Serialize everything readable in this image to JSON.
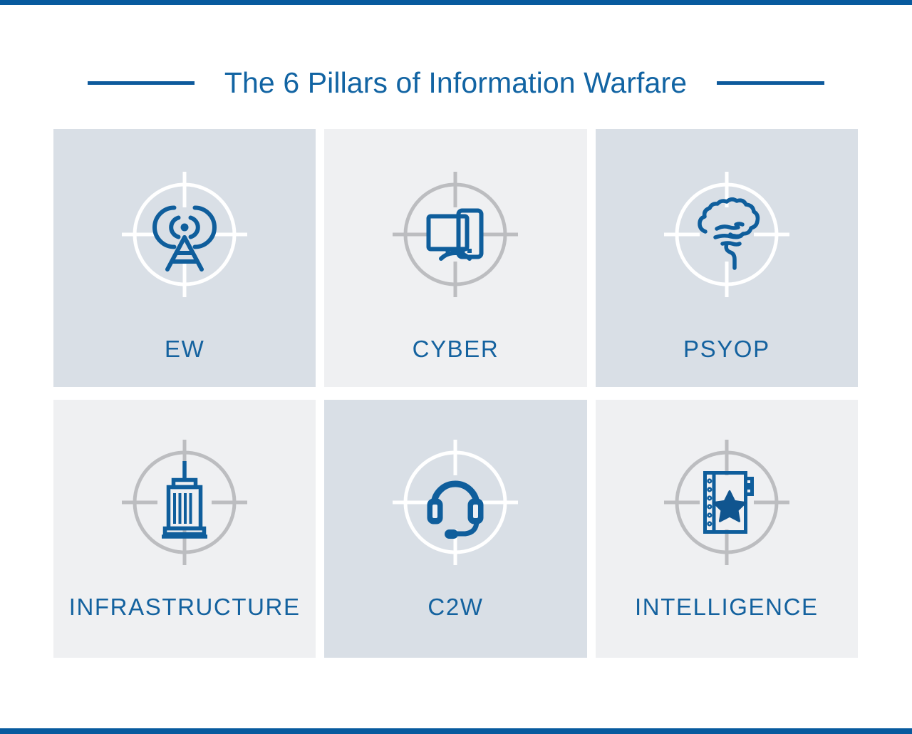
{
  "page": {
    "title": "The 6 Pillars of Information Warfare",
    "background": "#ffffff",
    "accent_bar_color": "#075a9e",
    "title_color": "#1264a3",
    "rule_color": "#0e5a9c"
  },
  "palette": {
    "card_tint_blue": "#d9dfe6",
    "card_tint_gray": "#eff0f2",
    "icon_blue": "#0f5e9c",
    "reticle_white": "#ffffff",
    "reticle_gray": "#bcbdc0",
    "label_blue": "#14629f"
  },
  "pillars": [
    {
      "id": "ew",
      "label": "EW",
      "icon": "broadcast-tower-icon",
      "tint": "blue",
      "reticle": "white",
      "row": 1,
      "column": 1
    },
    {
      "id": "cyber",
      "label": "CYBER",
      "icon": "monitor-tablet-icon",
      "tint": "gray",
      "reticle": "gray",
      "row": 1,
      "column": 2
    },
    {
      "id": "psyop",
      "label": "PSYOP",
      "icon": "brain-icon",
      "tint": "blue",
      "reticle": "white",
      "row": 1,
      "column": 3
    },
    {
      "id": "infrastructure",
      "label": "INFRASTRUCTURE",
      "icon": "skyscraper-icon",
      "tint": "gray",
      "reticle": "gray",
      "row": 2,
      "column": 1
    },
    {
      "id": "c2w",
      "label": "C2W",
      "icon": "headset-icon",
      "tint": "blue",
      "reticle": "white",
      "row": 2,
      "column": 2
    },
    {
      "id": "intelligence",
      "label": "INTELLIGENCE",
      "icon": "notebook-star-icon",
      "tint": "gray",
      "reticle": "gray",
      "row": 2,
      "column": 3
    }
  ]
}
